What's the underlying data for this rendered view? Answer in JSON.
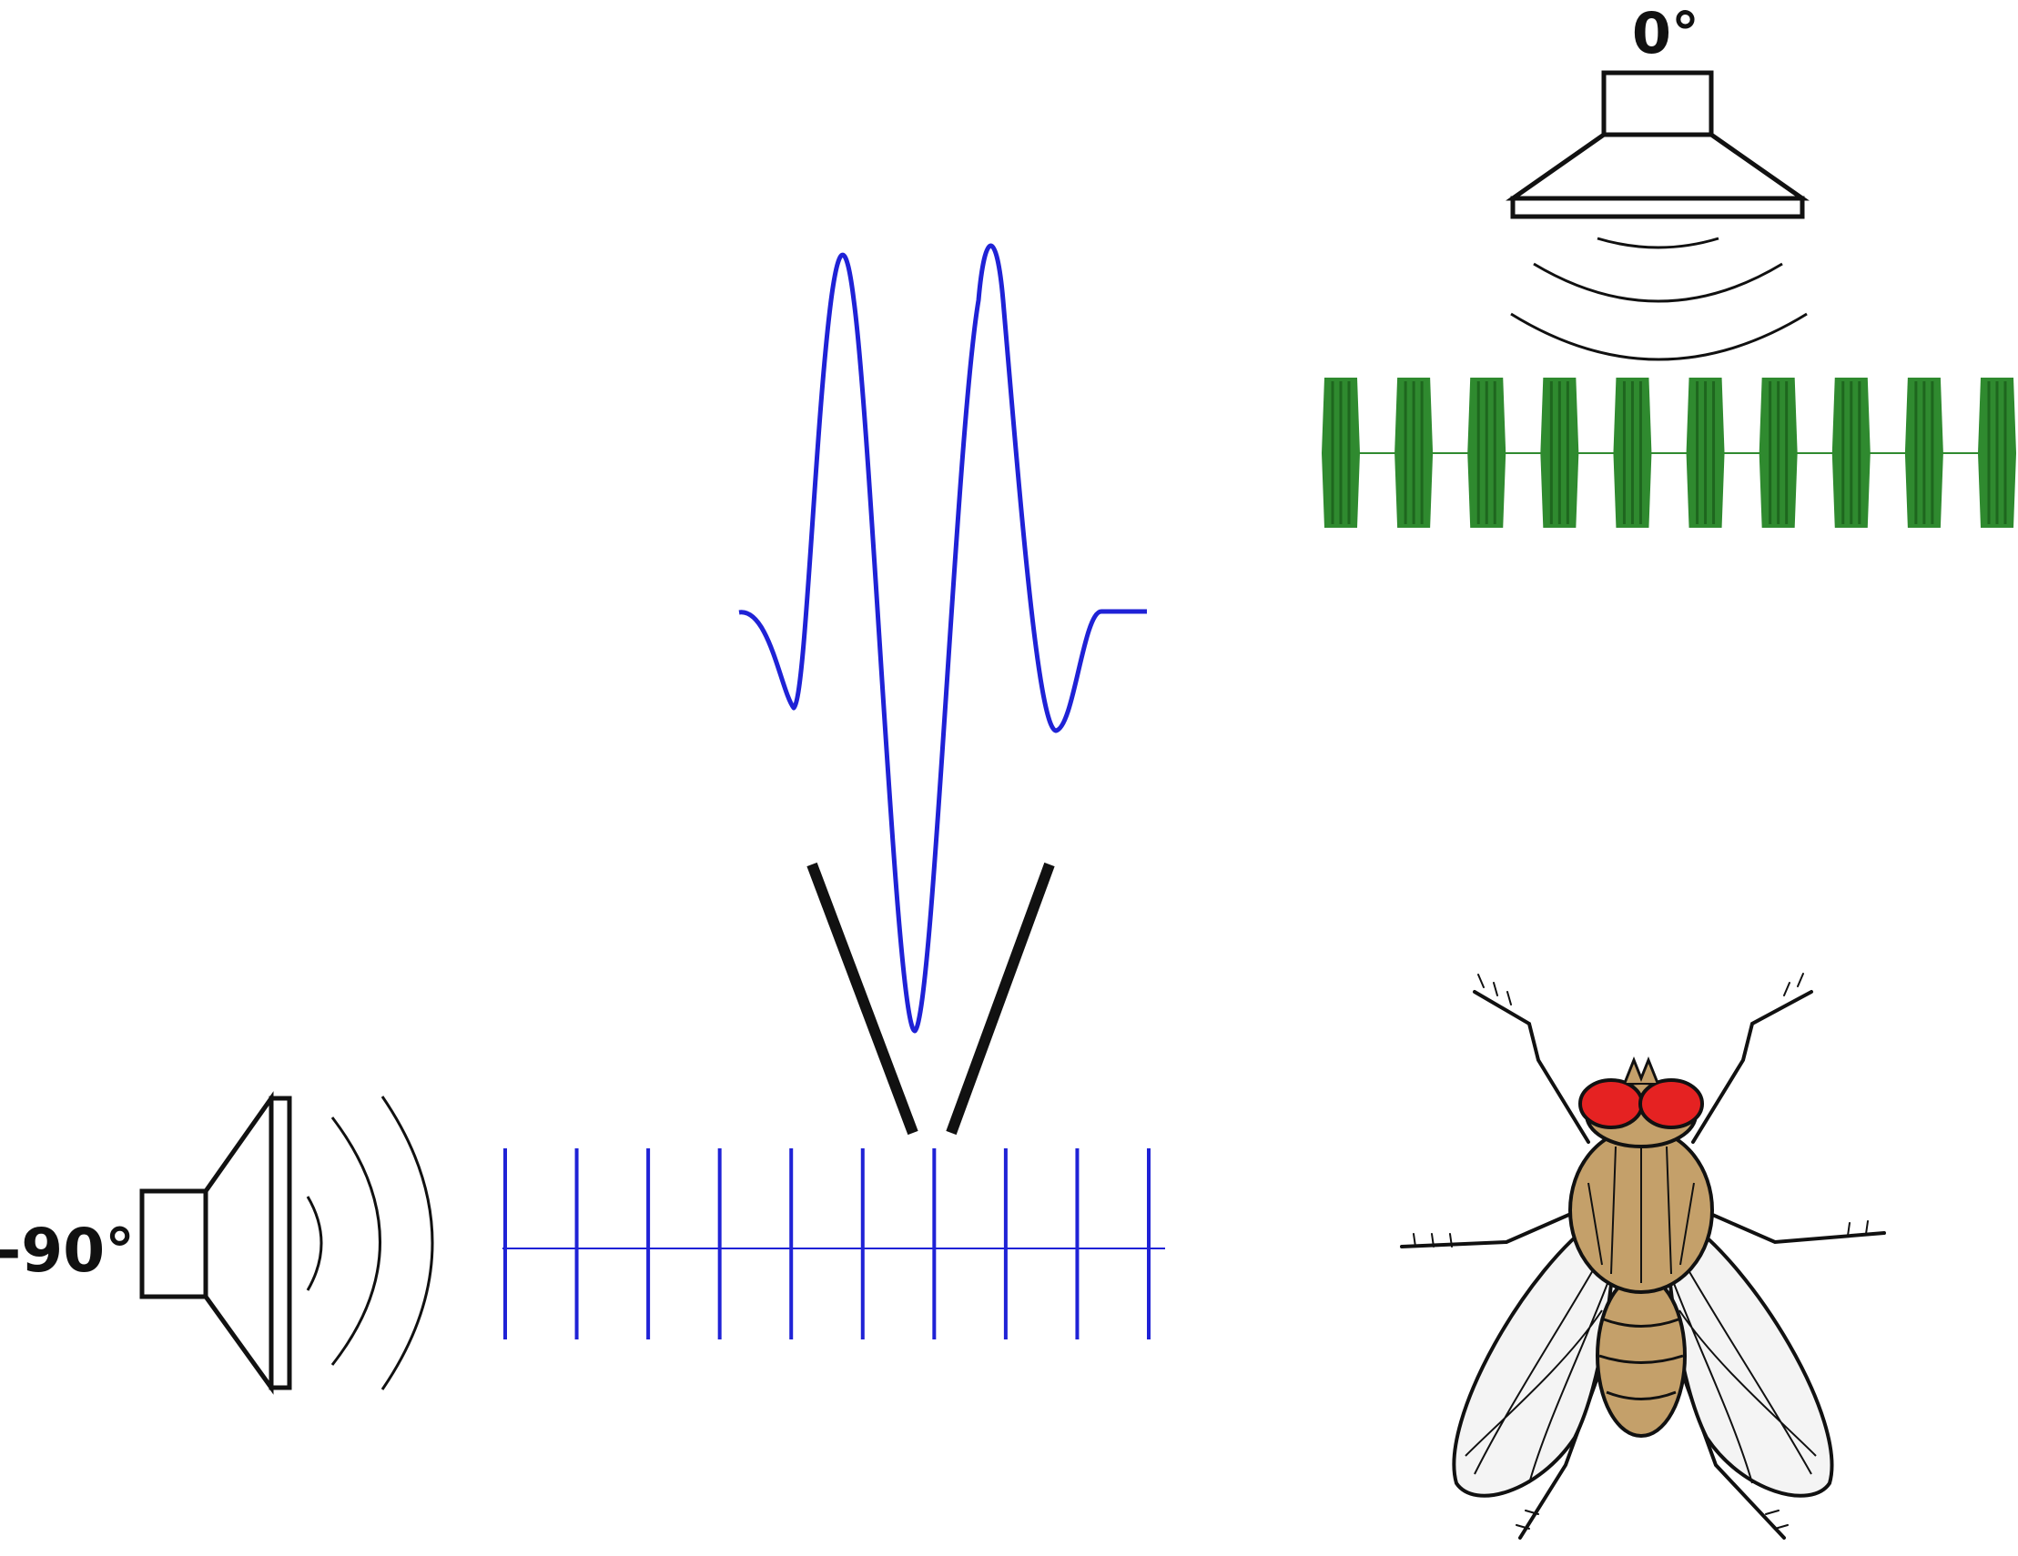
{
  "labels": {
    "top_speaker_angle": "0°",
    "left_speaker_angle": "-90°"
  },
  "colors": {
    "waveform": "#1f22d6",
    "pulse_train_left": "#1f22d6",
    "pulse_train_top": "#2f8a2f",
    "pulse_train_top_dark": "#1a5e1a",
    "outline": "#111111",
    "fly_eye": "#e52222",
    "fly_body": "#c4a06a",
    "fly_body_dark": "#8a6a3a"
  },
  "icons": {
    "top_speaker": "speaker-icon",
    "left_speaker": "speaker-icon",
    "fly": "housefly-illustration"
  },
  "pulse_trains": {
    "left": {
      "pulse_count": 10
    },
    "top": {
      "pulse_count": 10
    }
  }
}
